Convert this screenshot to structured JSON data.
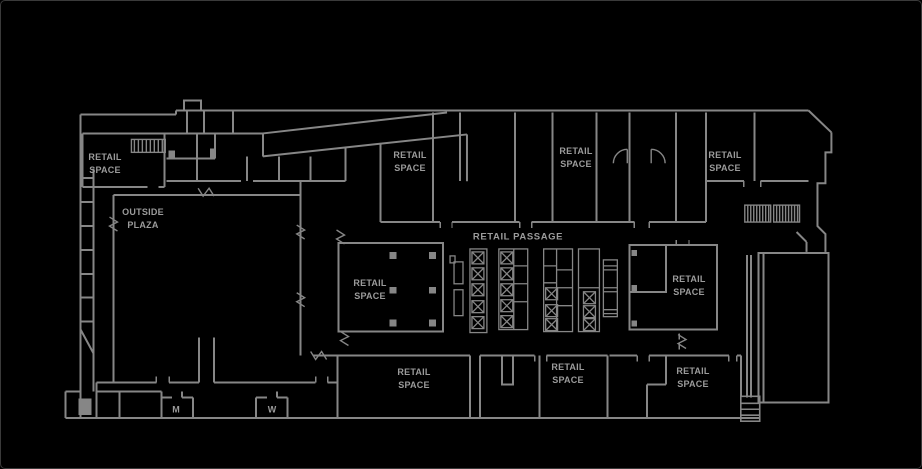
{
  "canvas": {
    "background": "#000000",
    "wall_color": "#868686",
    "label_color": "#9b9b9b"
  },
  "labels": {
    "retail_space_top_left": "RETAIL\nSPACE",
    "outside_plaza": "OUTSIDE\nPLAZA",
    "retail_space_top_mid": "RETAIL\nSPACE",
    "retail_space_top_mid2": "RETAIL\nSPACE",
    "retail_space_top_right": "RETAIL\nSPACE",
    "retail_passage": "RETAIL PASSAGE",
    "retail_space_center_left": "RETAIL\nSPACE",
    "retail_space_center_right": "RETAIL\nSPACE",
    "retail_space_bottom_mid": "RETAIL\nSPACE",
    "retail_space_bottom_mid2": "RETAIL\nSPACE",
    "retail_space_bottom_right": "RETAIL\nSPACE",
    "restroom_men": "M",
    "restroom_women": "W"
  }
}
